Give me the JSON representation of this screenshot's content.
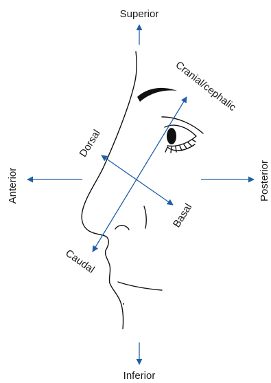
{
  "labels": {
    "superior": "Superior",
    "inferior": "Inferior",
    "anterior": "Anterior",
    "posterior": "Posterior",
    "cranial": "Cranial/cephalic",
    "caudal": "Caudal",
    "dorsal": "Dorsal",
    "basal": "Basal"
  },
  "colors": {
    "arrow": "#1f5fa8",
    "line_art": "#111111",
    "text": "#1a1a1a"
  }
}
